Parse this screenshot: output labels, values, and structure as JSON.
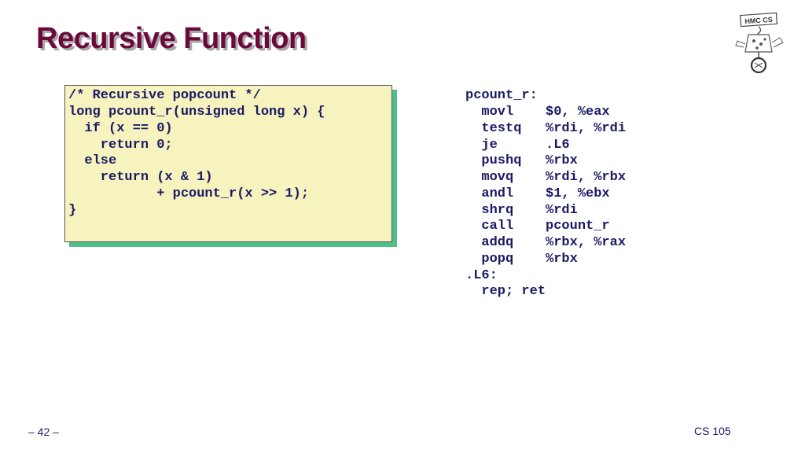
{
  "slide": {
    "title": "Recursive Function",
    "logo_text": "HMC CS"
  },
  "c_code": {
    "lines": [
      "/* Recursive popcount */",
      "long pcount_r(unsigned long x) {",
      "  if (x == 0)",
      "    return 0;",
      "  else",
      "    return (x & 1)",
      "           + pcount_r(x >> 1);",
      "}"
    ]
  },
  "asm_code": {
    "lines": [
      "pcount_r:",
      "  movl    $0, %eax",
      "  testq   %rdi, %rdi",
      "  je      .L6",
      "  pushq   %rbx",
      "  movq    %rdi, %rbx",
      "  andl    $1, %ebx",
      "  shrq    %rdi",
      "  call    pcount_r",
      "  addq    %rbx, %rax",
      "  popq    %rbx",
      ".L6:",
      "  rep; ret"
    ]
  },
  "footer": {
    "page_number": "– 42 –",
    "course": "CS 105"
  },
  "colors": {
    "title": "#6b0a3a",
    "code_text": "#1a1a66",
    "code_box_bg": "#f7f3bf",
    "code_box_shadow": "#4fbf8a"
  }
}
